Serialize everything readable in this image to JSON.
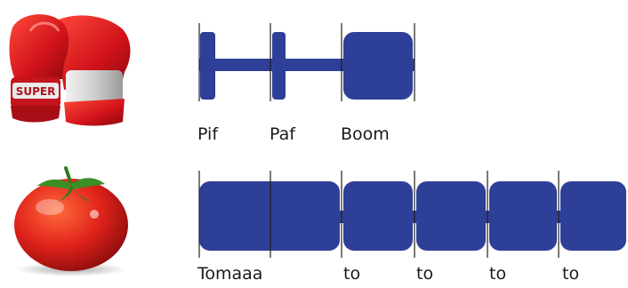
{
  "colors": {
    "block": "#2e3f97",
    "divider": "#222222"
  },
  "rows": [
    {
      "icon": "boxing-gloves-icon",
      "glove_text": "SUPER",
      "labels": [
        "Pif",
        "Paf",
        "Boom"
      ]
    },
    {
      "icon": "tomato-icon",
      "labels": [
        "Tomaaa",
        "to",
        "to",
        "to",
        "to"
      ]
    }
  ]
}
